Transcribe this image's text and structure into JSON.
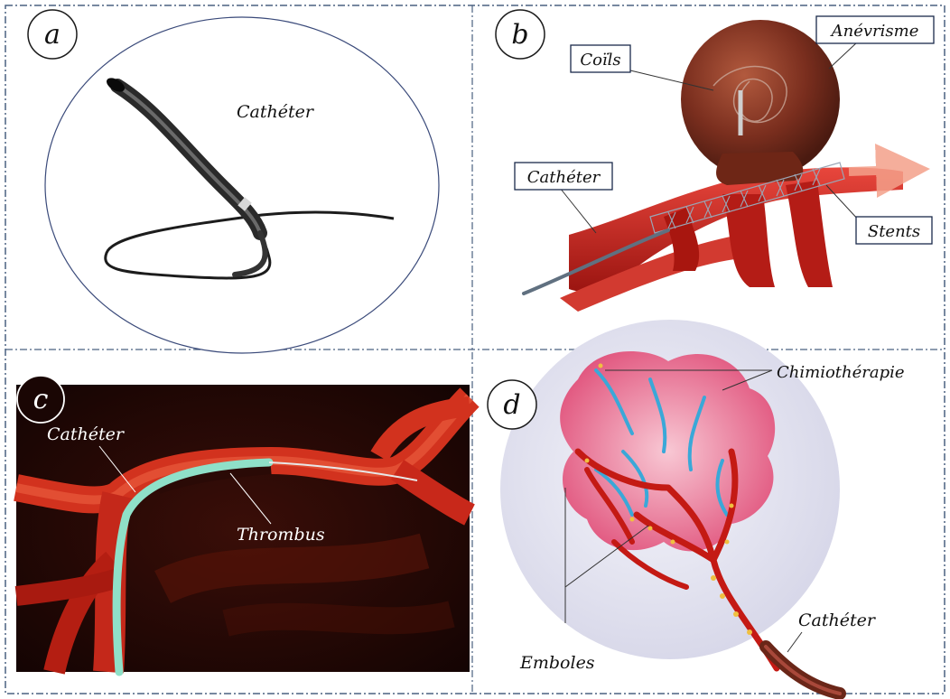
{
  "panels": {
    "a": {
      "letter": "a",
      "catheter": "Cathéter"
    },
    "b": {
      "letter": "b",
      "coils": "Coïls",
      "aneurysm": "Anévrisme",
      "catheter": "Cathéter",
      "stents": "Stents"
    },
    "c": {
      "letter": "c",
      "catheter": "Cathéter",
      "thrombus": "Thrombus"
    },
    "d": {
      "letter": "d",
      "chemo": "Chimiothérapie",
      "emboli": "Emboles",
      "catheter": "Cathéter"
    }
  },
  "colors": {
    "frame": "#4a6080",
    "circle": "#3a4a7a",
    "vessel": "#c8201a",
    "vessel_dark": "#8e1410",
    "aneurysm": "#7a2e1e",
    "catheter_c": "#8fe0c8",
    "tumor": "#e05a7a",
    "chemo": "#3aa8d8",
    "emboli": "#f0c040"
  }
}
